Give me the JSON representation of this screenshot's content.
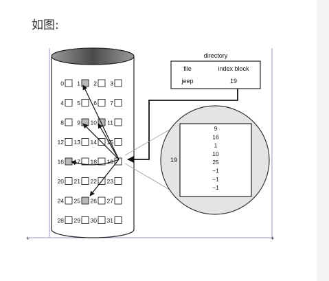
{
  "caption": "如图:",
  "directory": {
    "title": "directory",
    "col_file": "file",
    "col_index": "index block",
    "file_name": "jeep",
    "index_block": "19"
  },
  "disk": {
    "rows": [
      [
        {
          "n": "0",
          "f": false
        },
        {
          "n": "1",
          "f": true
        },
        {
          "n": "2",
          "f": false
        },
        {
          "n": "3",
          "f": false
        }
      ],
      [
        {
          "n": "4",
          "f": false
        },
        {
          "n": "5",
          "f": false
        },
        {
          "n": "6",
          "f": false
        },
        {
          "n": "7",
          "f": false
        }
      ],
      [
        {
          "n": "8",
          "f": false
        },
        {
          "n": "9",
          "f": true
        },
        {
          "n": "10",
          "f": true
        },
        {
          "n": "11",
          "f": false
        }
      ],
      [
        {
          "n": "12",
          "f": false
        },
        {
          "n": "13",
          "f": false
        },
        {
          "n": "14",
          "f": false
        },
        {
          "n": "15",
          "f": false
        }
      ],
      [
        {
          "n": "16",
          "f": true
        },
        {
          "n": "17",
          "f": false
        },
        {
          "n": "18",
          "f": false
        },
        {
          "n": "19",
          "f": false
        }
      ],
      [
        {
          "n": "20",
          "f": false
        },
        {
          "n": "21",
          "f": false
        },
        {
          "n": "22",
          "f": false
        },
        {
          "n": "23",
          "f": false
        }
      ],
      [
        {
          "n": "24",
          "f": false
        },
        {
          "n": "25",
          "f": true
        },
        {
          "n": "26",
          "f": false
        },
        {
          "n": "27",
          "f": false
        }
      ],
      [
        {
          "n": "28",
          "f": false
        },
        {
          "n": "29",
          "f": false
        },
        {
          "n": "30",
          "f": false
        },
        {
          "n": "31",
          "f": false
        }
      ]
    ]
  },
  "index_block": {
    "label": "19",
    "entries": [
      "9",
      "16",
      "1",
      "10",
      "25",
      "−1",
      "−1",
      "−1"
    ]
  },
  "colors": {
    "filled_block": "#b9b9b9",
    "circle_fill": "#e4e4e4",
    "frame": "#9a93c9"
  }
}
